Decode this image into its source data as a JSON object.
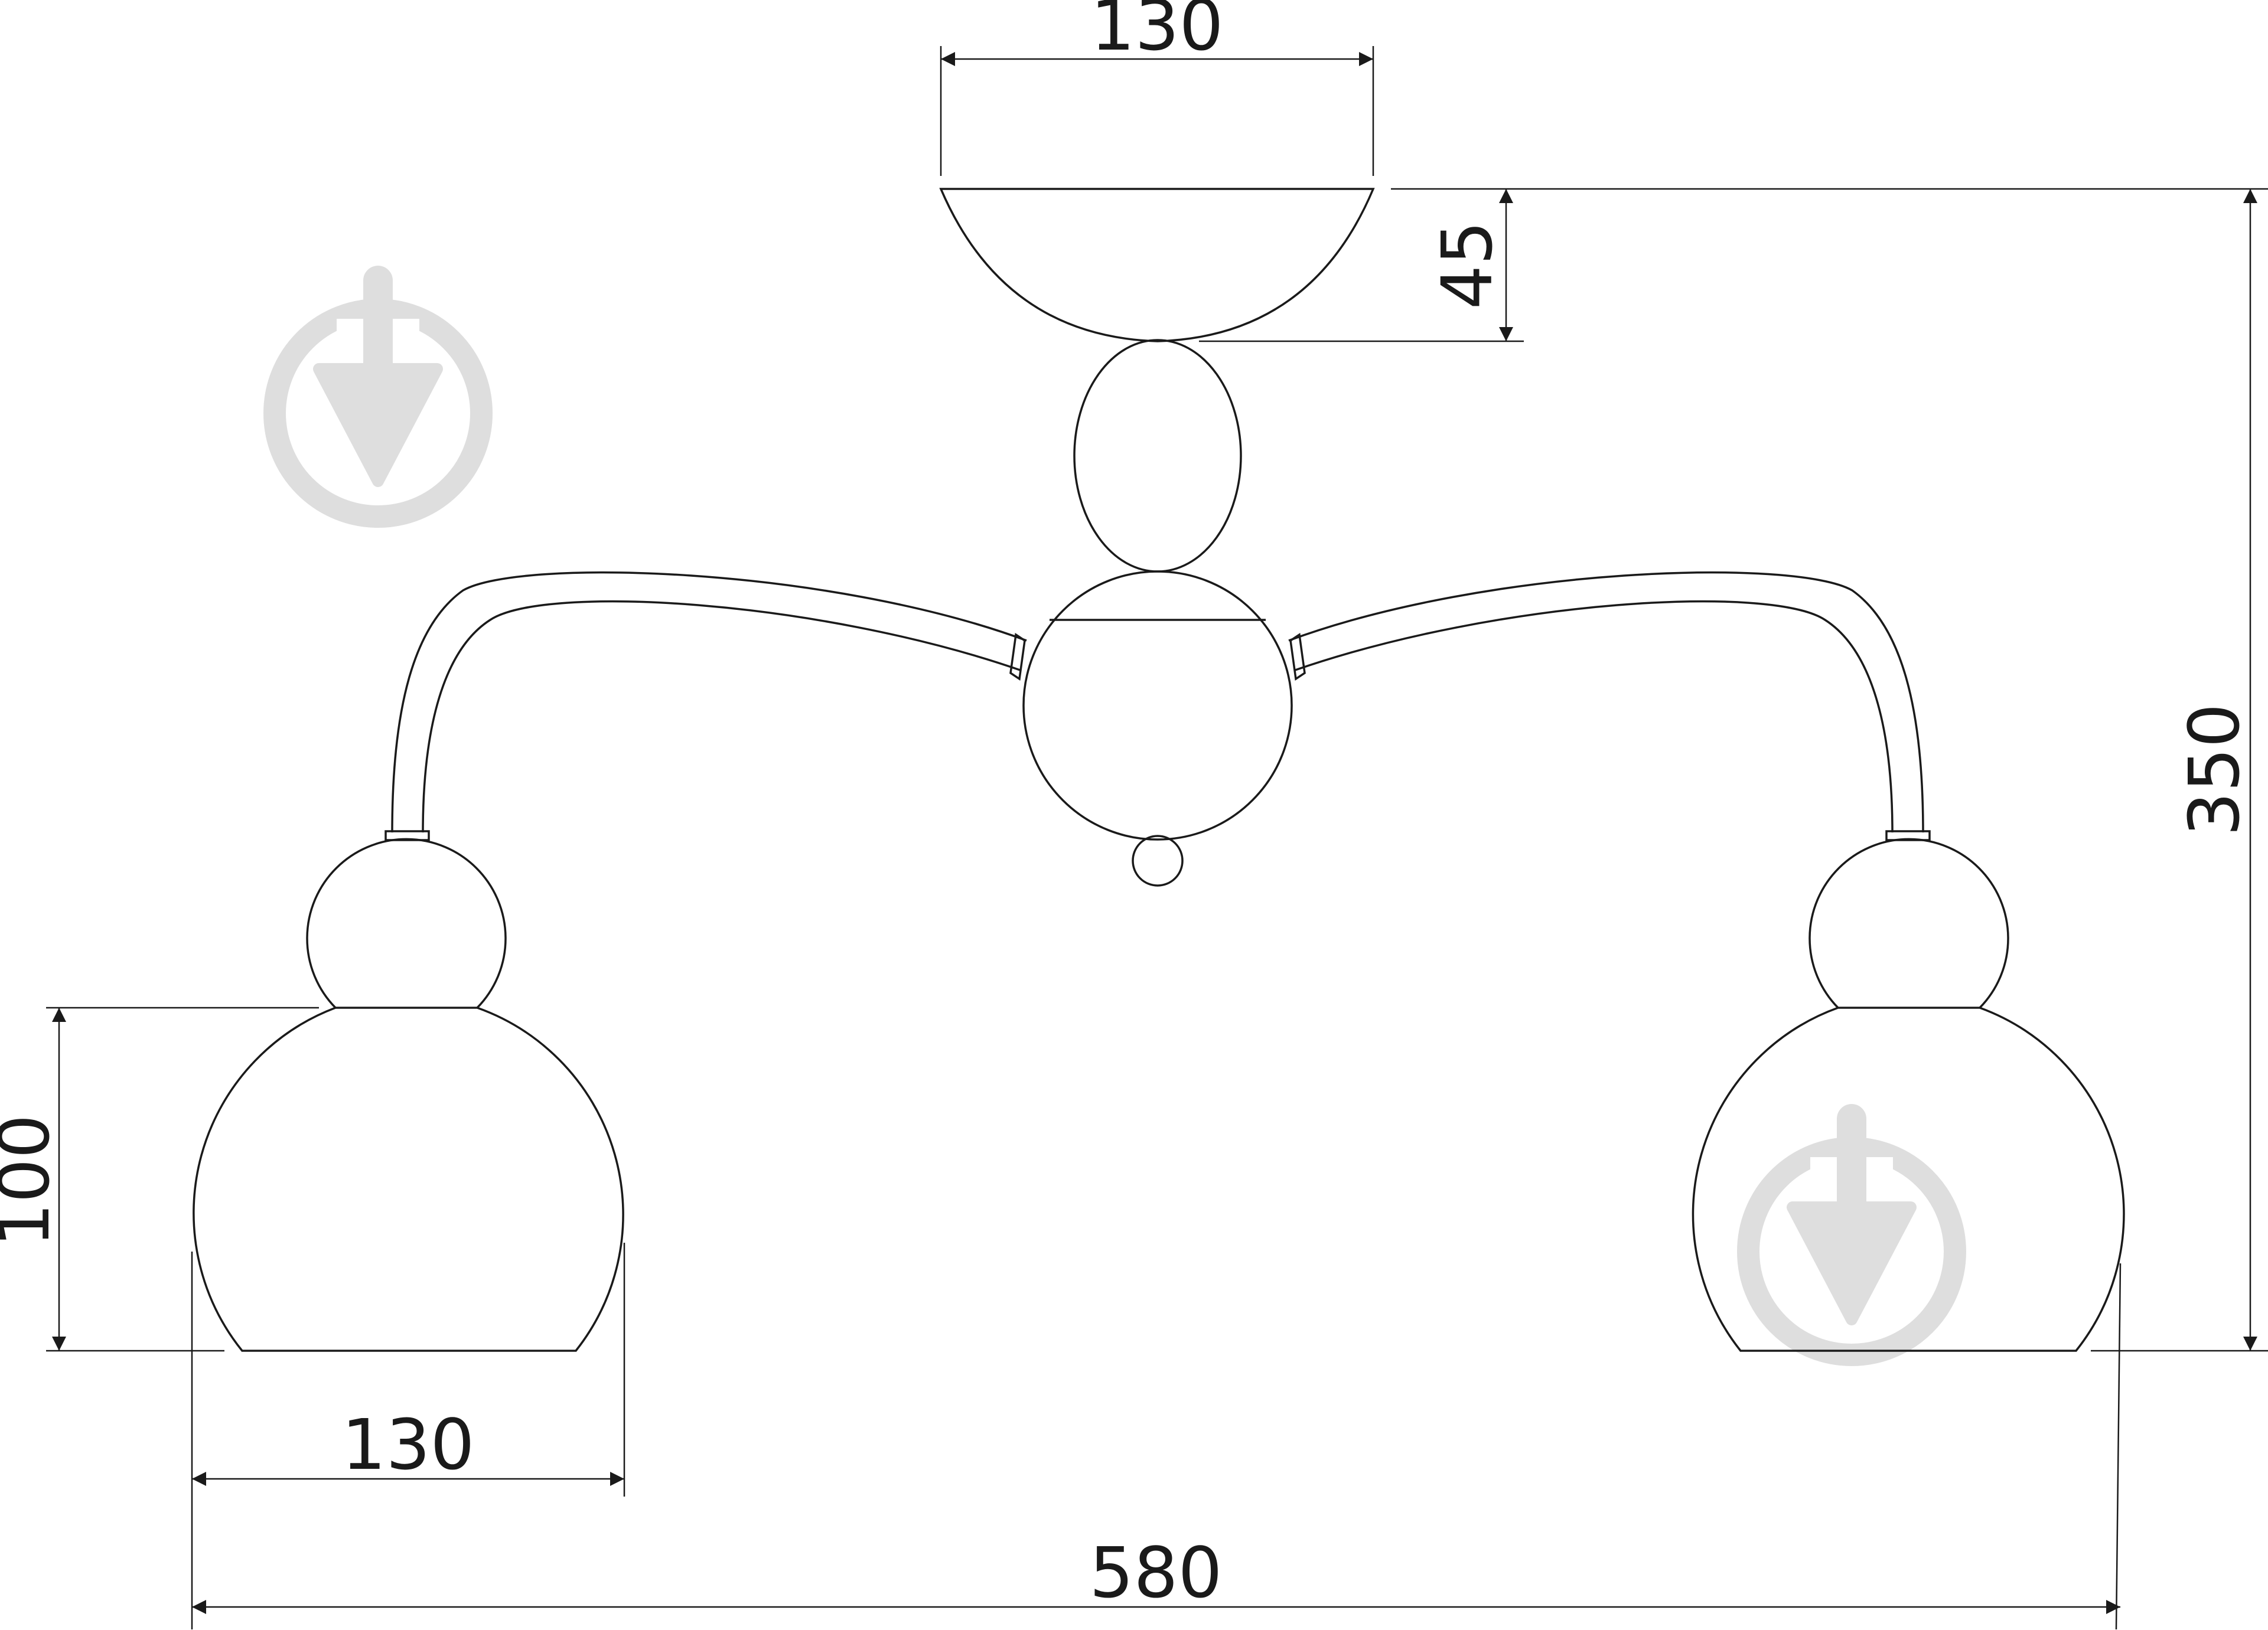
{
  "dimensions": {
    "top_width": "130",
    "canopy_height": "45",
    "total_height": "350",
    "shade_height": "100",
    "shade_width": "130",
    "total_width": "580"
  },
  "colors": {
    "line": "#1a1a1a",
    "watermark": "#dedede"
  },
  "icons": {
    "watermark": "download-arrow-icon"
  }
}
